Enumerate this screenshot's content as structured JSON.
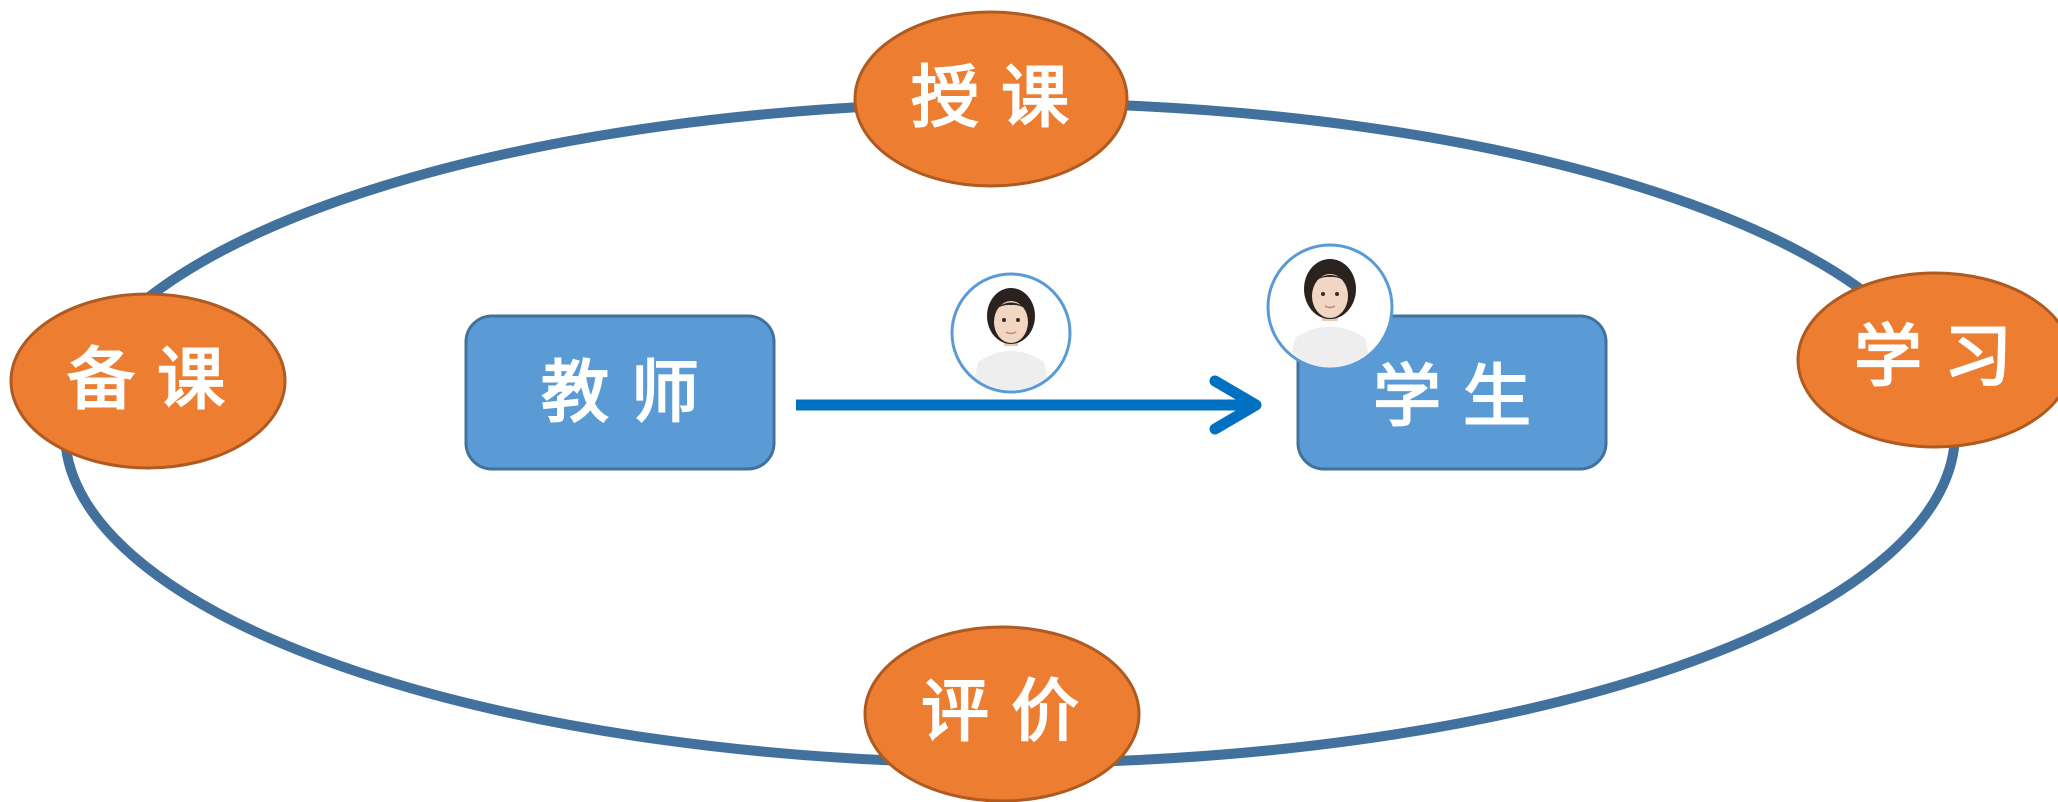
{
  "colors": {
    "cycle_ring": "#41719C",
    "oval_fill": "#ED7D31",
    "oval_stroke": "#AE5A21",
    "box_fill": "#5B9BD5",
    "box_stroke": "#41719C",
    "arrow": "#0070C0",
    "avatar_ring": "#5B9BD5",
    "text": "#FFFFFF"
  },
  "cycle": {
    "top": {
      "label": "授课"
    },
    "right": {
      "label": "学习"
    },
    "bottom": {
      "label": "评价"
    },
    "left": {
      "label": "备课"
    }
  },
  "center": {
    "teacher": {
      "label": "教师"
    },
    "student": {
      "label": "学生"
    },
    "flow": {
      "from": "teacher",
      "to": "student",
      "icon": "arrow-right-icon"
    }
  },
  "avatars": [
    {
      "icon": "avatar-icon"
    },
    {
      "icon": "avatar-icon"
    }
  ]
}
